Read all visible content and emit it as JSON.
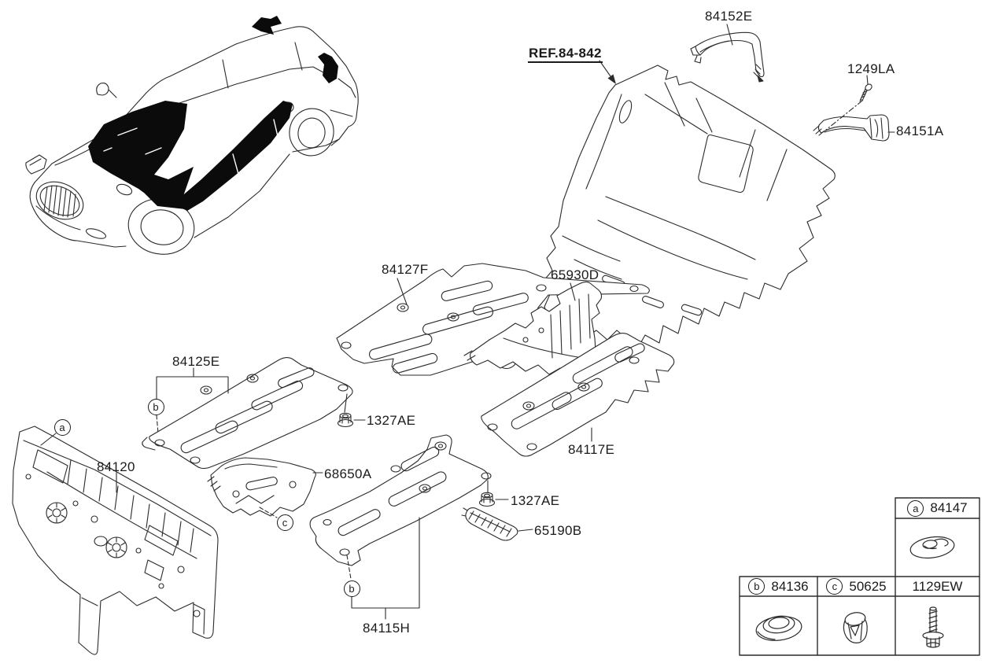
{
  "canvas": {
    "background": "#ffffff",
    "line_color": "#2b2b2b",
    "highlight_fill": "#0b0b0b"
  },
  "ref_callout": {
    "label": "REF.84-842"
  },
  "part_labels": {
    "p84152E": "84152E",
    "p1249LA": "1249LA",
    "p84151A": "84151A",
    "p84127F": "84127F",
    "p65930D": "65930D",
    "p84125E": "84125E",
    "p1327AE_upper": "1327AE",
    "p84117E": "84117E",
    "p84120": "84120",
    "p68650A": "68650A",
    "p1327AE_lower": "1327AE",
    "p65190B": "65190B",
    "p84115H": "84115H"
  },
  "markers": {
    "a": "a",
    "b": "b",
    "c": "c"
  },
  "legend": {
    "cell_a": {
      "marker": "a",
      "part_no": "84147",
      "icon": "retainer-clip-icon"
    },
    "cell_b": {
      "marker": "b",
      "part_no": "84136",
      "icon": "grommet-icon"
    },
    "cell_c": {
      "marker": "c",
      "part_no": "50625",
      "icon": "clip-nut-icon"
    },
    "cell_bolt": {
      "part_no": "1129EW",
      "icon": "flange-bolt-icon"
    }
  },
  "hardware_icons": {
    "nut": "flange-nut-icon",
    "screw": "tapping-screw-icon"
  }
}
